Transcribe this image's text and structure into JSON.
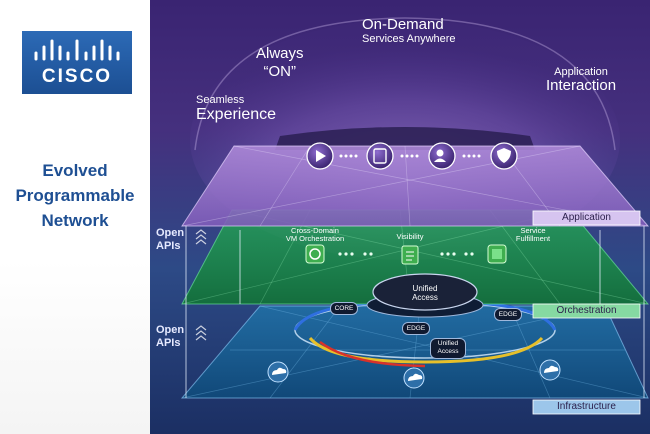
{
  "brand": {
    "logo_text": "CISCO",
    "colors": {
      "logo_bg": "#1f5aa6",
      "tagline": "#1e4f93"
    }
  },
  "tagline": {
    "line1": "Evolved",
    "line2": "Programmable",
    "line3": "Network"
  },
  "benefits": {
    "seamless_1": "Seamless",
    "seamless_2": "Experience",
    "always_1": "Always",
    "always_2": "“ON”",
    "ondemand_1": "On-Demand",
    "ondemand_2": "Services Anywhere",
    "app_1": "Application",
    "app_2": "Interaction"
  },
  "apis": {
    "label_1": "Open",
    "label_2": "APIs"
  },
  "layers": {
    "application": "Application",
    "orchestration": "Orchestration",
    "infrastructure": "Infrastructure"
  },
  "orchestration_nodes": {
    "vm_1": "Cross-Domain",
    "vm_2": "VM Orchestration",
    "visibility": "Visibility",
    "service_1": "Service",
    "service_2": "Fulfillment"
  },
  "unified_access": {
    "line1": "Unified",
    "line2": "Access"
  },
  "infra_tags": {
    "core": "CORE",
    "edge_left": "EDGE",
    "edge_right": "EDGE",
    "ua_1": "Unified",
    "ua_2": "Access"
  },
  "icons": [
    "play-icon",
    "tablet-icon",
    "user-profile-icon",
    "shield-icon",
    "vm-orchestration-icon",
    "visibility-icon",
    "service-fulfillment-icon",
    "cloud-icon"
  ],
  "colors": {
    "application_layer": "#a07ad0",
    "orchestration_layer": "#1f8a4a",
    "infrastructure_layer": "#1a6a9a"
  }
}
